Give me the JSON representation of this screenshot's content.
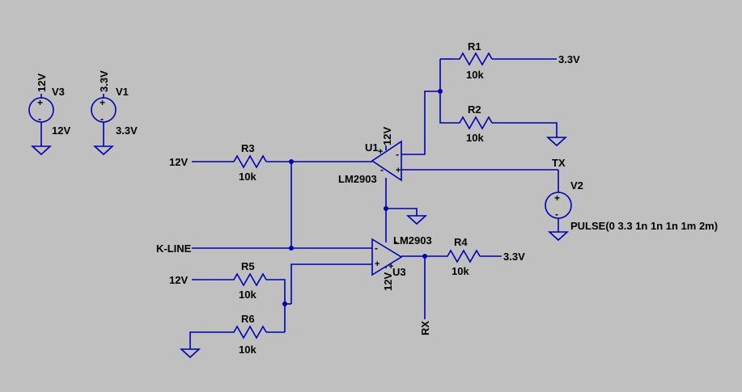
{
  "schematic": {
    "components": {
      "V3": {
        "name": "V3",
        "value": "12V",
        "node": "12V"
      },
      "V1": {
        "name": "V1",
        "value": "3.3V",
        "node": "3.3V"
      },
      "V2": {
        "name": "V2",
        "value": "PULSE(0 3.3 1n 1n 1n 1m 2m)"
      },
      "R1": {
        "name": "R1",
        "value": "10k"
      },
      "R2": {
        "name": "R2",
        "value": "10k"
      },
      "R3": {
        "name": "R3",
        "value": "10k"
      },
      "R4": {
        "name": "R4",
        "value": "10k"
      },
      "R5": {
        "name": "R5",
        "value": "10k"
      },
      "R6": {
        "name": "R6",
        "value": "10k"
      },
      "U1": {
        "name": "U1",
        "part": "LM2903",
        "supply": "12V"
      },
      "U3": {
        "name": "U3",
        "part": "LM2903",
        "supply": "12V"
      }
    },
    "net_labels": {
      "r1_supply": "3.3V",
      "r3_supply": "12V",
      "r5_supply": "12V",
      "r4_supply": "3.3V",
      "kline": "K-LINE",
      "tx": "TX",
      "rx": "RX"
    },
    "pin_marks": {
      "plus": "+",
      "minus": "-"
    }
  }
}
